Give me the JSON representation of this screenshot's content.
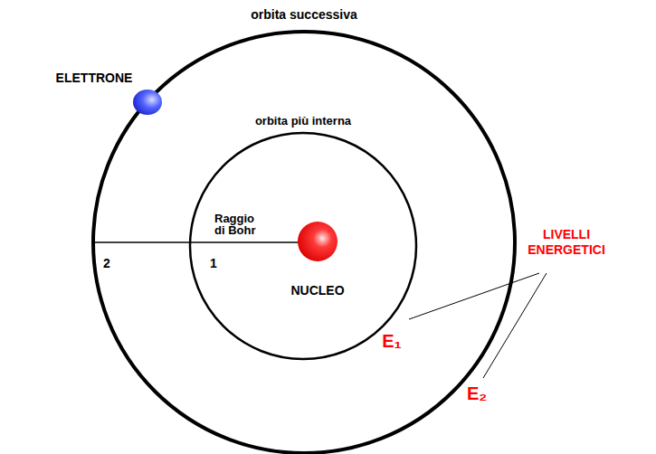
{
  "diagram": {
    "nodes": [
      {
        "text": [
          "orbita successiva"
        ]
      },
      {
        "text": [
          "orbita più interna"
        ],
        "in": 0
      },
      {
        "text": [
          "NUCLEO"
        ],
        "in": 1
      }
    ],
    "labels": [
      "ELETTRONE",
      "Raggio di Bohr",
      "1",
      "2",
      "LIVELLI ENERGETICI",
      "E₁",
      "E₂"
    ]
  }
}
